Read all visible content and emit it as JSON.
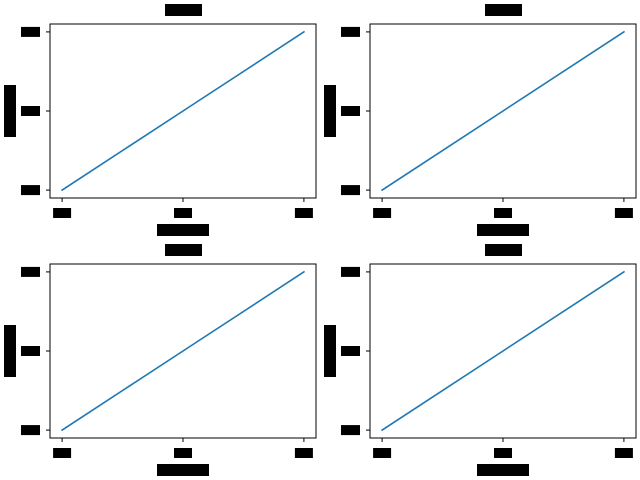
{
  "colors": {
    "line": "#1f77b4",
    "axes": "#000000",
    "label_block": "#000000",
    "background": "#ffffff"
  },
  "chart_data": [
    {
      "type": "line",
      "title": "",
      "xlabel": "",
      "ylabel": "",
      "x": [
        0,
        1,
        2
      ],
      "series": [
        {
          "values": [
            0,
            1,
            2
          ]
        }
      ],
      "x_ticks": [
        0,
        1,
        2
      ],
      "y_ticks": [
        0,
        1,
        2
      ],
      "xlim": [
        -0.1,
        2.1
      ],
      "ylim": [
        -0.1,
        2.1
      ],
      "grid": false,
      "redacted_text": true
    },
    {
      "type": "line",
      "title": "",
      "xlabel": "",
      "ylabel": "",
      "x": [
        0,
        1,
        2
      ],
      "series": [
        {
          "values": [
            0,
            1,
            2
          ]
        }
      ],
      "x_ticks": [
        0,
        1,
        2
      ],
      "y_ticks": [
        0,
        1,
        2
      ],
      "xlim": [
        -0.1,
        2.1
      ],
      "ylim": [
        -0.1,
        2.1
      ],
      "grid": false,
      "redacted_text": true
    },
    {
      "type": "line",
      "title": "",
      "xlabel": "",
      "ylabel": "",
      "x": [
        0,
        1,
        2
      ],
      "series": [
        {
          "values": [
            0,
            1,
            2
          ]
        }
      ],
      "x_ticks": [
        0,
        1,
        2
      ],
      "y_ticks": [
        0,
        1,
        2
      ],
      "xlim": [
        -0.1,
        2.1
      ],
      "ylim": [
        -0.1,
        2.1
      ],
      "grid": false,
      "redacted_text": true
    },
    {
      "type": "line",
      "title": "",
      "xlabel": "",
      "ylabel": "",
      "x": [
        0,
        1,
        2
      ],
      "series": [
        {
          "values": [
            0,
            1,
            2
          ]
        }
      ],
      "x_ticks": [
        0,
        1,
        2
      ],
      "y_ticks": [
        0,
        1,
        2
      ],
      "xlim": [
        -0.1,
        2.1
      ],
      "ylim": [
        -0.1,
        2.1
      ],
      "grid": false,
      "redacted_text": true
    }
  ]
}
